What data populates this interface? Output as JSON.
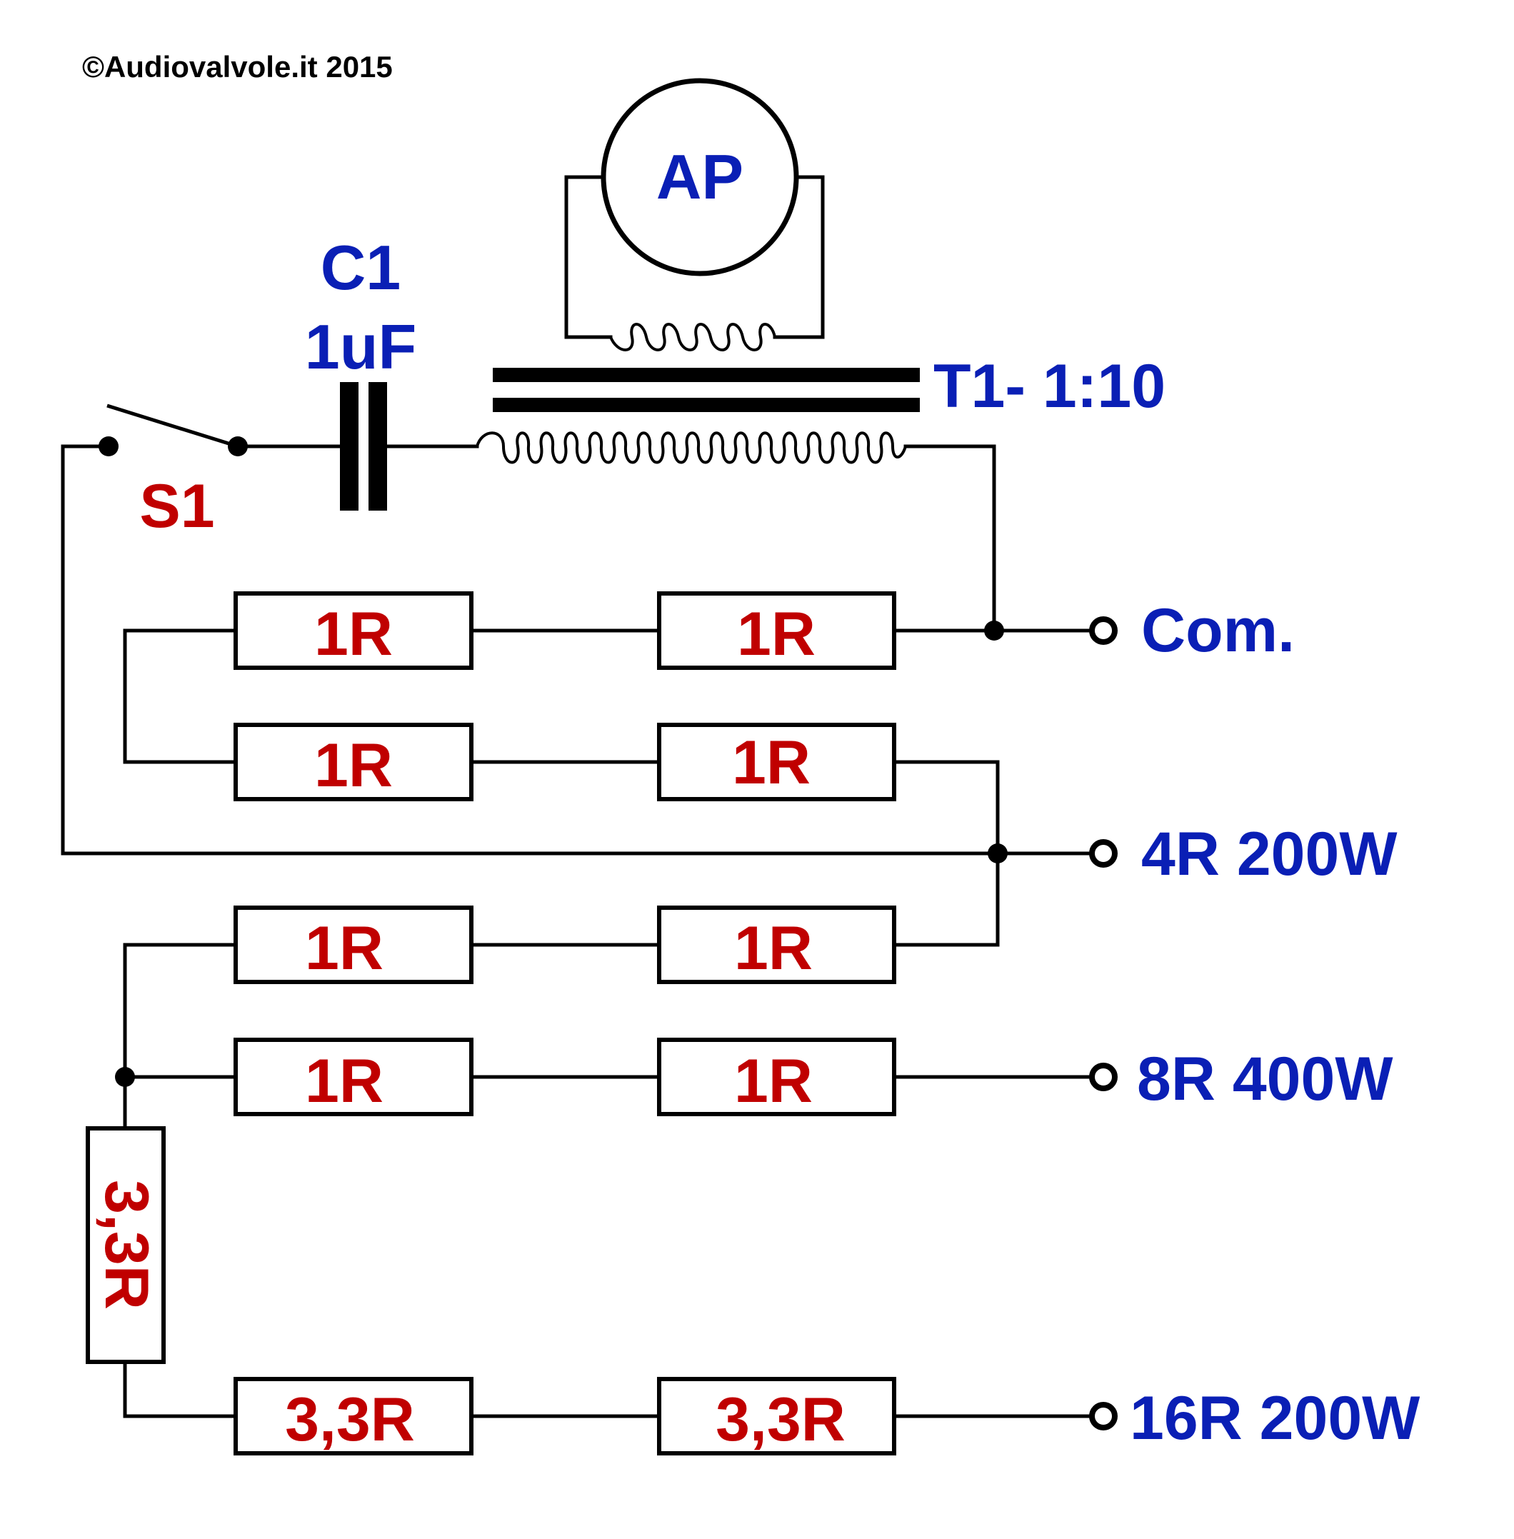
{
  "copyright": "©Audiovalvole.it 2015",
  "meter": {
    "label": "AP"
  },
  "capacitor": {
    "name": "C1",
    "value": "1uF"
  },
  "transformer": {
    "label": "T1- 1:10"
  },
  "switch": {
    "label": "S1"
  },
  "resistors": {
    "r1": "1R",
    "r2": "1R",
    "r3": "1R",
    "r4": "1R",
    "r5": "1R",
    "r6": "1R",
    "r7": "1R",
    "r8": "1R",
    "r9": "3,3R",
    "r10": "3,3R",
    "r11": "3,3R"
  },
  "terminals": {
    "com": "Com.",
    "t4": "4R 200W",
    "t8": "8R 400W",
    "t16": "16R 200W"
  },
  "colors": {
    "component_labels": "#c00000",
    "terminal_labels": "#0a1fb5",
    "lines": "#000000"
  }
}
